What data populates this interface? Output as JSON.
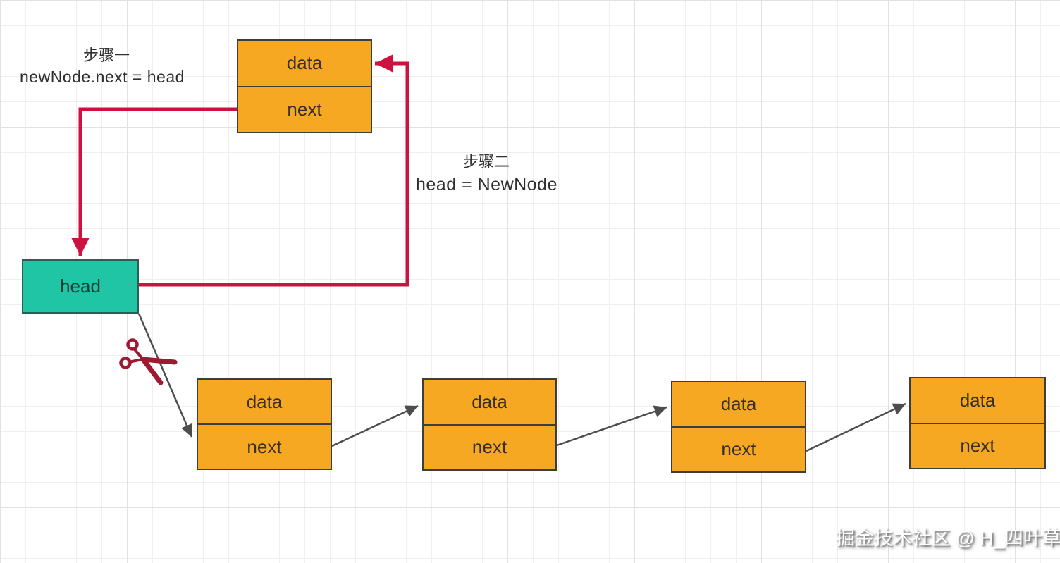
{
  "colors": {
    "node_fill": "#F7A823",
    "node_border": "#3d3d3d",
    "head_fill": "#1FC5A4",
    "arrow_red": "#CE1240",
    "arrow_black": "#4d4d4d",
    "scissors": "#9E1A31",
    "text_dark": "#2f2f2f"
  },
  "annotations": {
    "step1_title": "步骤一",
    "step1_code": "newNode.next = head",
    "step2_title": "步骤二",
    "step2_code": "head = NewNode"
  },
  "new_node": {
    "data_label": "data",
    "next_label": "next"
  },
  "head": {
    "label": "head"
  },
  "list_nodes": [
    {
      "data_label": "data",
      "next_label": "next"
    },
    {
      "data_label": "data",
      "next_label": "next"
    },
    {
      "data_label": "data",
      "next_label": "next"
    },
    {
      "data_label": "data",
      "next_label": "next"
    }
  ],
  "watermark": "掘金技术社区 @ H_四叶草"
}
